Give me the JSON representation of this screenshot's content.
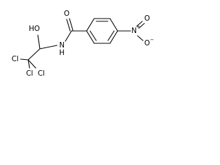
{
  "molecule": {
    "atoms": {
      "hydroxyl": "HO",
      "amide_nitrogen": "N",
      "amide_hydrogen": "H",
      "carbonyl_oxygen": "O",
      "nitro_nitrogen": "N",
      "nitro_oxygen_top": "O",
      "nitro_oxygen_bottom": "O",
      "nitro_charge_plus": "+",
      "nitro_charge_minus": "−",
      "chlorine_1": "Cl",
      "chlorine_2": "Cl",
      "chlorine_3": "Cl"
    }
  }
}
